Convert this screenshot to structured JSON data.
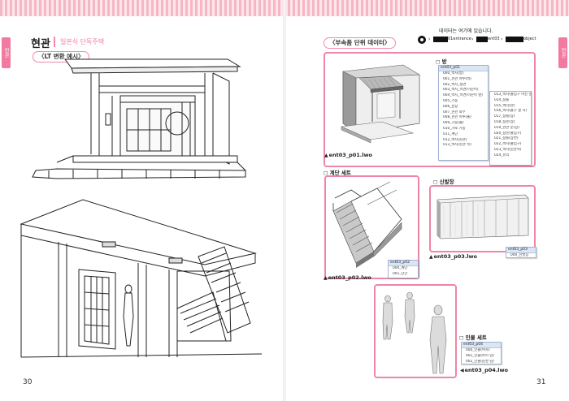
{
  "header_tabs": {
    "left": "현관",
    "right": "현관"
  },
  "left_page": {
    "title": "현관",
    "subtitle": "일본식 단독주택",
    "example_label": "〈LT 변환 예시〉",
    "page_number": "30"
  },
  "right_page": {
    "section_label": "〈부속품 단위 데이터〉",
    "data_location": {
      "text": "데이터는 여기에 있습니다.",
      "path_parts": [
        "01entrance",
        "ent03",
        "object"
      ]
    },
    "items": [
      {
        "name": "방",
        "file": "ent03_p01.lwo",
        "panel_header": "ent03_p01",
        "layers_a": [
          "000_벽지(방)",
          "001_현관 마루(비)",
          "002_벽지_정면",
          "003_벽지_측면(미닫이)",
          "004_벽지_측면(미닫이 옆)",
          "005_기둥",
          "006_천장",
          "007_현관 외부",
          "008_현관 마루(출)",
          "009_기둥(출)",
          "010_가로 기둥",
          "011_계단",
          "012_벽지(현관)",
          "013_벽지(현관 측)"
        ],
        "layers_b": [
          "013_벽지(출입구 마진 옆)",
          "014_창틀",
          "015_벽(현관)",
          "016_벽지(출구 옆 하)",
          "017_창틀(상)",
          "018_창문(상)",
          "019_현관 문(상)",
          "020_창문(출입구)",
          "021_창틀(상면)",
          "022_벽지(출입구)",
          "023_벽지(현관측)",
          "024_유리"
        ]
      },
      {
        "name": "계단 세트",
        "file": "ent03_p02.lwo",
        "panel_header": "ent03_p02",
        "layers": [
          "000_계단",
          "001_난간"
        ]
      },
      {
        "name": "신발장",
        "file": "ent03_p03.lwo",
        "panel_header": "ent03_p03",
        "layers": [
          "000_신발장"
        ]
      },
      {
        "name": "인물 세트",
        "file": "ent03_p04.lwo",
        "panel_header": "ent03_p04",
        "layers": [
          "000_인물(여자)",
          "001_인물(아이 남)",
          "002_인물(남성 남)"
        ]
      }
    ],
    "page_number": "31"
  }
}
